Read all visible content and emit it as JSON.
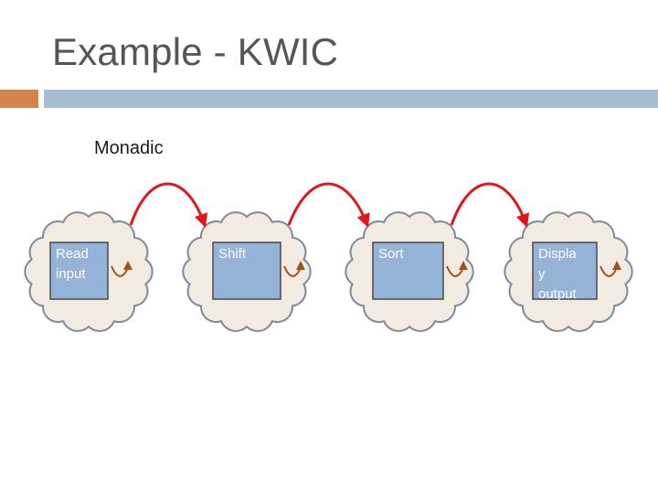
{
  "slide": {
    "title": "Example - KWIC",
    "subtitle": "Monadic"
  },
  "colors": {
    "title_text": "#555555",
    "accent_orange": "#d4844b",
    "accent_blue": "#a9bdd2",
    "cloud_fill": "#f2ebe2",
    "cloud_outline": "#7d8b9a",
    "box_fill": "#95b3d7",
    "box_border": "#4a4a4a",
    "flow_arrow": "#e2151b",
    "loop_arrow": "#a0521d"
  },
  "modules": [
    {
      "label": "Read\ninput"
    },
    {
      "label": "Shift"
    },
    {
      "label": "Sort"
    },
    {
      "label": "Displa\ny\noutput"
    }
  ]
}
